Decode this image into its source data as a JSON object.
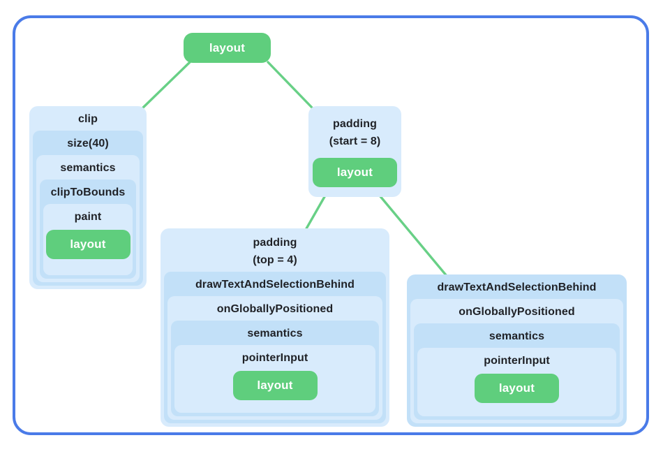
{
  "diagram": {
    "colors": {
      "frame_blue": "#4a7be8",
      "node_light": "#d8ebfc",
      "node_medium": "#c2e0f8",
      "leaf_green": "#5fce7d",
      "line_green": "#68d086",
      "text_dark": "#1f2126",
      "text_light": "#ffffff",
      "canvas_bg": "#ffffff"
    },
    "root": {
      "label": "layout"
    },
    "clip_chain": {
      "levels": [
        {
          "label": "clip"
        },
        {
          "label": "size(40)"
        },
        {
          "label": "semantics"
        },
        {
          "label": "clipToBounds"
        },
        {
          "label": "paint"
        }
      ],
      "leaf": {
        "label": "layout"
      }
    },
    "padding_start": {
      "label": "padding\n(start = 8)",
      "leaf": {
        "label": "layout"
      }
    },
    "padding_top_chain": {
      "levels": [
        {
          "label": "padding\n(top = 4)"
        },
        {
          "label": "drawTextAndSelectionBehind"
        },
        {
          "label": "onGloballyPositioned"
        },
        {
          "label": "semantics"
        },
        {
          "label": "pointerInput"
        }
      ],
      "leaf": {
        "label": "layout"
      }
    },
    "right_chain": {
      "levels": [
        {
          "label": "drawTextAndSelectionBehind"
        },
        {
          "label": "onGloballyPositioned"
        },
        {
          "label": "semantics"
        },
        {
          "label": "pointerInput"
        }
      ],
      "leaf": {
        "label": "layout"
      }
    }
  }
}
